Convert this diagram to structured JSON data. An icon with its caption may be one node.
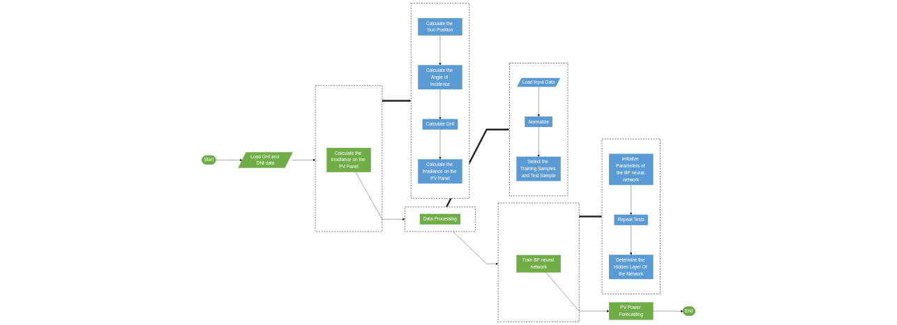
{
  "diagram": {
    "nodes": [
      {
        "text": [
          "Start"
        ]
      },
      {
        "text": [
          "Load GHI and DNI data"
        ]
      },
      {
        "text": [],
        "shape": "box"
      },
      {
        "text": [
          "Calculate the Irradiance on the PV Panel"
        ],
        "in": 2
      },
      {
        "text": [],
        "shape": "box"
      },
      {
        "text": [
          "Data Processing"
        ],
        "in": 4
      },
      {
        "text": [],
        "shape": "box"
      },
      {
        "text": [
          "Train BP neural network"
        ],
        "in": 6
      },
      {
        "text": [
          "PV Power Forecasting"
        ]
      },
      {
        "text": [
          "End"
        ]
      },
      {
        "text": [],
        "shape": "box"
      },
      {
        "text": [
          "Calculate the Sun Position"
        ],
        "in": 10
      },
      {
        "text": [
          "Calculate the Angle of Incidence"
        ],
        "in": 10
      },
      {
        "text": [
          "Calculate DHI"
        ],
        "in": 10
      },
      {
        "text": [
          "Calculate the Irradiance on the PV Panel"
        ],
        "in": 10
      },
      {
        "text": [],
        "shape": "box"
      },
      {
        "text": [
          "Initialize Parameters of the BP neural network"
        ],
        "in": 15
      },
      {
        "text": [
          "Repeat Tests"
        ],
        "in": 15
      },
      {
        "text": [
          "Determine the Hidden Layer Of the Network"
        ],
        "in": 15
      },
      {
        "text": [],
        "shape": "box"
      },
      {
        "text": [
          "Load Input Data"
        ],
        "in": 19
      },
      {
        "text": [
          "Normalize"
        ],
        "in": 19
      },
      {
        "text": [
          "Select the Training Samples and Test Sample"
        ],
        "in": 19
      }
    ],
    "edges": [
      {
        "from": 0,
        "to": 1,
        "arrow": "to"
      },
      {
        "from": 1,
        "to": 2,
        "arrow": "to"
      },
      {
        "from": 3,
        "to": 4,
        "arrow": "to"
      },
      {
        "from": 4,
        "to": 6,
        "arrow": "to"
      },
      {
        "from": 7,
        "to": 8,
        "arrow": "to"
      },
      {
        "from": 8,
        "to": 9,
        "arrow": "to"
      },
      {
        "from": 2,
        "to": 10,
        "arrow": "to",
        "style": "thick"
      },
      {
        "from": 11,
        "to": 12,
        "arrow": "to"
      },
      {
        "from": 12,
        "to": 13,
        "arrow": "to"
      },
      {
        "from": 13,
        "to": 14,
        "arrow": "to"
      },
      {
        "from": 6,
        "to": 15,
        "arrow": "to",
        "style": "thick"
      },
      {
        "from": 16,
        "to": 17,
        "arrow": "to"
      },
      {
        "from": 17,
        "to": 18,
        "arrow": "to"
      },
      {
        "from": 4,
        "to": 19,
        "arrow": "to",
        "style": "thick"
      },
      {
        "from": 20,
        "to": 21,
        "arrow": "to"
      },
      {
        "from": 21,
        "to": 22,
        "arrow": "to"
      }
    ]
  }
}
